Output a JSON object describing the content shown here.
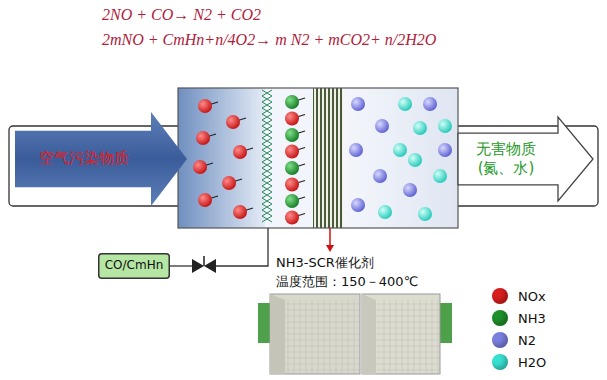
{
  "diagram": {
    "nodes": [
      {
        "text": [
          "空气污染物质"
        ]
      },
      {
        "text": [
          "无害物质 (氮、水)"
        ]
      },
      {
        "text": [
          "CO/CmHn"
        ]
      }
    ],
    "labels": [
      "2NO + CO→ N2 + CO2",
      "2mNO + CmHn+n/4O2→ m N2 + mCO2+ n/2H2O",
      "NH3-SCR催化剂",
      "温度范围：150－400℃"
    ],
    "legend": [
      {
        "text": "NOx",
        "color": "#d81e1e"
      },
      {
        "text": "NH3",
        "color": "#1f8f2a"
      },
      {
        "text": "N2",
        "color": "#7b7fe0"
      },
      {
        "text": "H2O",
        "color": "#38e0d0"
      }
    ]
  }
}
